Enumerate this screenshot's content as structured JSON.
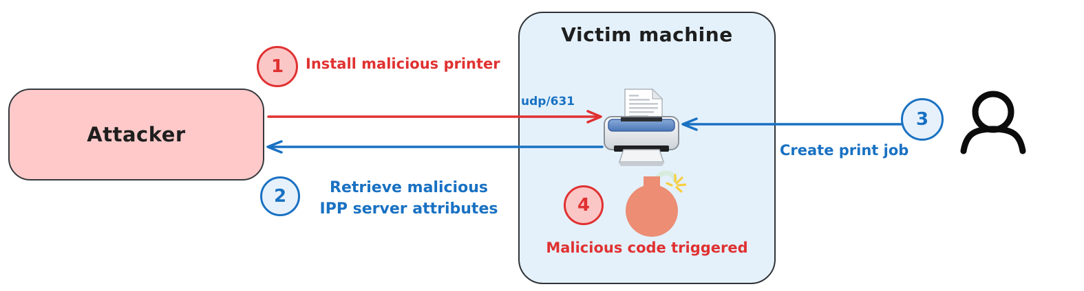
{
  "attacker": {
    "label": "Attacker"
  },
  "victim": {
    "title": "Victim machine"
  },
  "port": {
    "label": "udp/631"
  },
  "steps": {
    "s1": {
      "num": "1",
      "label": "Install malicious printer"
    },
    "s2": {
      "num": "2",
      "line1": "Retrieve malicious",
      "line2": "IPP server attributes"
    },
    "s3": {
      "num": "3",
      "label": "Create print job"
    },
    "s4": {
      "num": "4",
      "label": "Malicious code triggered"
    }
  },
  "icons": {
    "printer": "printer-icon",
    "bomb": "bomb-icon",
    "user": "user-icon"
  },
  "colors": {
    "red": "#e03131",
    "blue": "#1971c2",
    "pink_fill": "#ffc9c9",
    "light_blue_fill": "#e7f1fb",
    "victim_box_fill": "#e4f1fb",
    "bomb_body": "#ec8d74",
    "fuse_green": "#d7ecdd",
    "spark_yellow": "#f8ce3f",
    "outline_dark": "#1e1e1e"
  }
}
